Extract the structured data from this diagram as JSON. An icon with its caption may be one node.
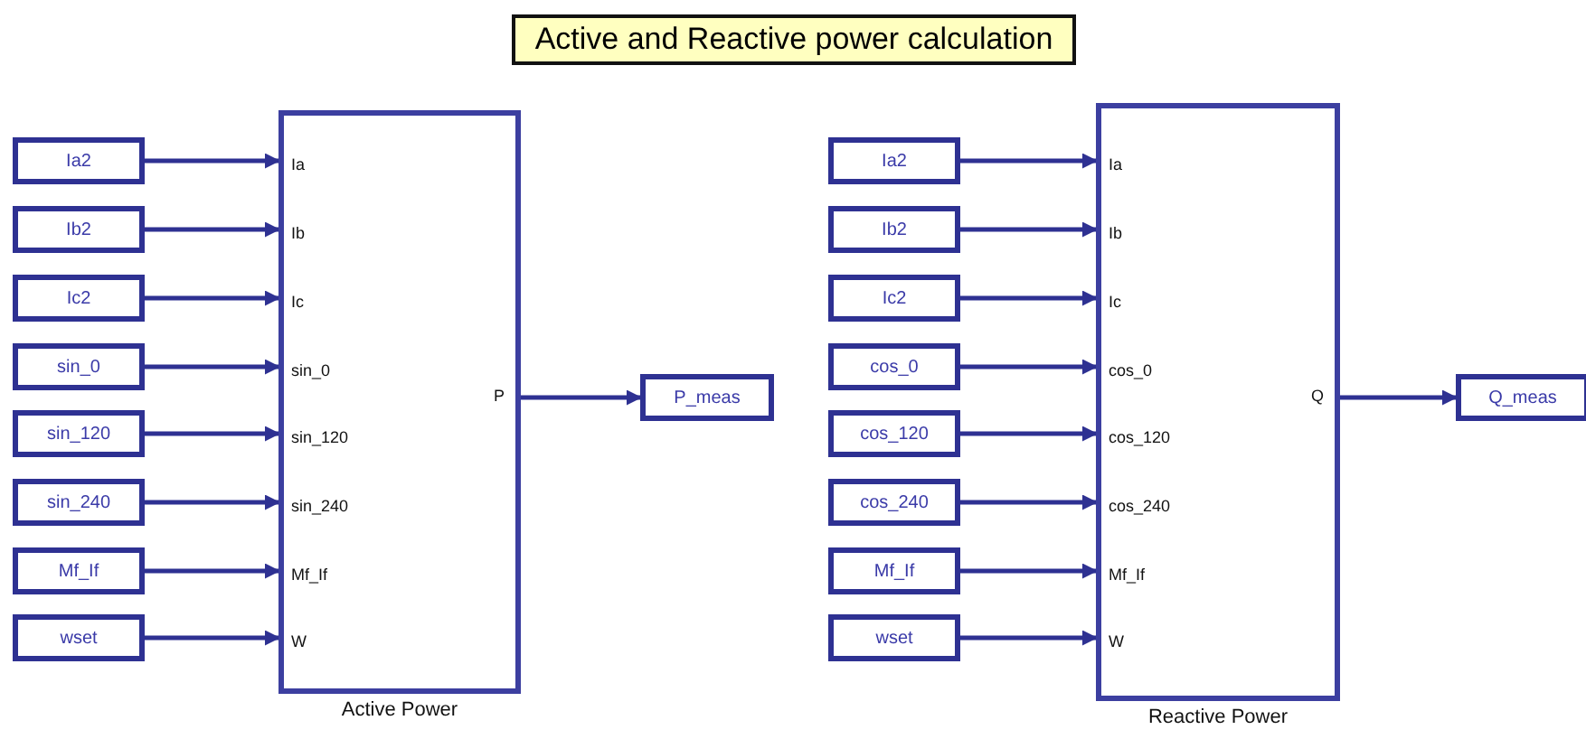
{
  "diagram": {
    "title": "Active and Reactive power calculation",
    "nodes": [
      {
        "text": [
          "Ia2"
        ]
      },
      {
        "text": [
          "Ib2"
        ]
      },
      {
        "text": [
          "Ic2"
        ]
      },
      {
        "text": [
          "sin_0"
        ]
      },
      {
        "text": [
          "sin_120"
        ]
      },
      {
        "text": [
          "sin_240"
        ]
      },
      {
        "text": [
          "Mf_If"
        ]
      },
      {
        "text": [
          "wset"
        ]
      },
      {
        "text": [
          "Active Power",
          "Ia",
          "Ib",
          "Ic",
          "sin_0",
          "sin_120",
          "sin_240",
          "Mf_If",
          "W",
          "P"
        ]
      },
      {
        "text": [
          "P_meas"
        ]
      },
      {
        "text": [
          "Ia2"
        ]
      },
      {
        "text": [
          "Ib2"
        ]
      },
      {
        "text": [
          "Ic2"
        ]
      },
      {
        "text": [
          "cos_0"
        ]
      },
      {
        "text": [
          "cos_120"
        ]
      },
      {
        "text": [
          "cos_240"
        ]
      },
      {
        "text": [
          "Mf_If"
        ]
      },
      {
        "text": [
          "wset"
        ]
      },
      {
        "text": [
          "Reactive Power",
          "Ia",
          "Ib",
          "Ic",
          "cos_0",
          "cos_120",
          "cos_240",
          "Mf_If",
          "W",
          "Q"
        ]
      },
      {
        "text": [
          "Q_meas"
        ]
      }
    ],
    "edges": [
      {
        "from": 0,
        "to": 8,
        "arrow": "to"
      },
      {
        "from": 1,
        "to": 8,
        "arrow": "to"
      },
      {
        "from": 2,
        "to": 8,
        "arrow": "to"
      },
      {
        "from": 3,
        "to": 8,
        "arrow": "to"
      },
      {
        "from": 4,
        "to": 8,
        "arrow": "to"
      },
      {
        "from": 5,
        "to": 8,
        "arrow": "to"
      },
      {
        "from": 6,
        "to": 8,
        "arrow": "to"
      },
      {
        "from": 7,
        "to": 8,
        "arrow": "to"
      },
      {
        "from": 8,
        "to": 9,
        "arrow": "to"
      },
      {
        "from": 10,
        "to": 18,
        "arrow": "to"
      },
      {
        "from": 11,
        "to": 18,
        "arrow": "to"
      },
      {
        "from": 12,
        "to": 18,
        "arrow": "to"
      },
      {
        "from": 13,
        "to": 18,
        "arrow": "to"
      },
      {
        "from": 14,
        "to": 18,
        "arrow": "to"
      },
      {
        "from": 15,
        "to": 18,
        "arrow": "to"
      },
      {
        "from": 16,
        "to": 18,
        "arrow": "to"
      },
      {
        "from": 17,
        "to": 18,
        "arrow": "to"
      },
      {
        "from": 18,
        "to": 19,
        "arrow": "to"
      }
    ]
  }
}
